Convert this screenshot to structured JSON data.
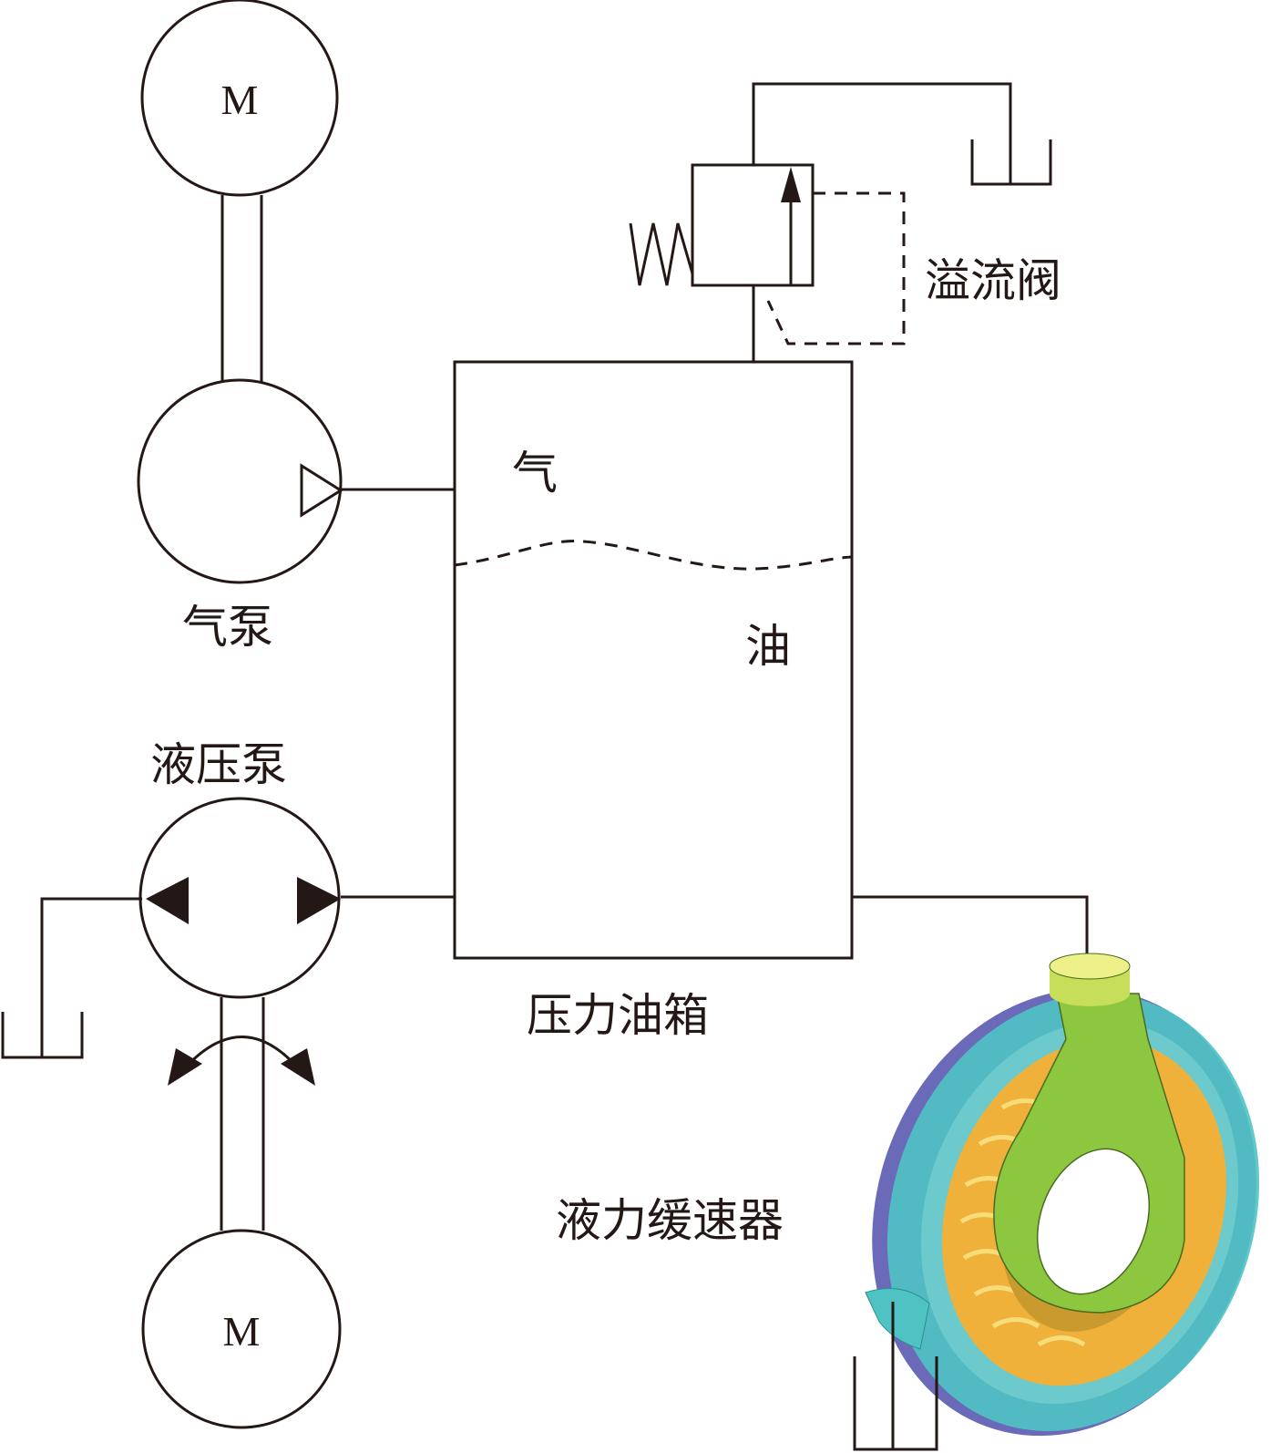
{
  "diagram": {
    "type": "hydraulic-circuit",
    "labels": {
      "motor_top": "M",
      "motor_bottom": "M",
      "air_pump": "气泵",
      "hydraulic_pump": "液压泵",
      "relief_valve": "溢流阀",
      "tank": "压力油箱",
      "gas_zone": "气",
      "oil_zone": "油",
      "retarder": "液力缓速器"
    },
    "components": [
      {
        "id": "motor-top",
        "kind": "electric-motor",
        "label_key": "motor_top"
      },
      {
        "id": "air-pump",
        "kind": "pneumatic-pump",
        "label_key": "air_pump"
      },
      {
        "id": "motor-bottom",
        "kind": "electric-motor",
        "label_key": "motor_bottom"
      },
      {
        "id": "hydraulic-pump",
        "kind": "bidirectional-hydraulic-pump",
        "label_key": "hydraulic_pump"
      },
      {
        "id": "relief-valve",
        "kind": "pressure-relief-valve",
        "label_key": "relief_valve"
      },
      {
        "id": "pressure-tank",
        "kind": "pressure-oil-tank",
        "label_key": "tank"
      },
      {
        "id": "retarder",
        "kind": "hydrodynamic-retarder-3d",
        "label_key": "retarder"
      },
      {
        "id": "reservoir-valve",
        "kind": "reservoir"
      },
      {
        "id": "reservoir-pump",
        "kind": "reservoir"
      },
      {
        "id": "reservoir-retarder",
        "kind": "reservoir"
      }
    ],
    "connections": [
      {
        "from": "motor-top",
        "to": "air-pump",
        "kind": "shaft"
      },
      {
        "from": "air-pump",
        "to": "pressure-tank",
        "kind": "line"
      },
      {
        "from": "pressure-tank",
        "to": "relief-valve",
        "kind": "line"
      },
      {
        "from": "relief-valve",
        "to": "reservoir-valve",
        "kind": "line"
      },
      {
        "from": "hydraulic-pump",
        "to": "pressure-tank",
        "kind": "line"
      },
      {
        "from": "hydraulic-pump",
        "to": "reservoir-pump",
        "kind": "line"
      },
      {
        "from": "motor-bottom",
        "to": "hydraulic-pump",
        "kind": "shaft"
      },
      {
        "from": "pressure-tank",
        "to": "retarder",
        "kind": "line"
      },
      {
        "from": "retarder",
        "to": "reservoir-retarder",
        "kind": "line"
      }
    ],
    "colors": {
      "line": "#231815",
      "retarder_housing": "#4fc3c3",
      "retarder_stator": "#8dc63f",
      "retarder_blades": "#f0b13a",
      "retarder_rim": "#6a6ab8",
      "retarder_port": "#eef08a"
    }
  }
}
